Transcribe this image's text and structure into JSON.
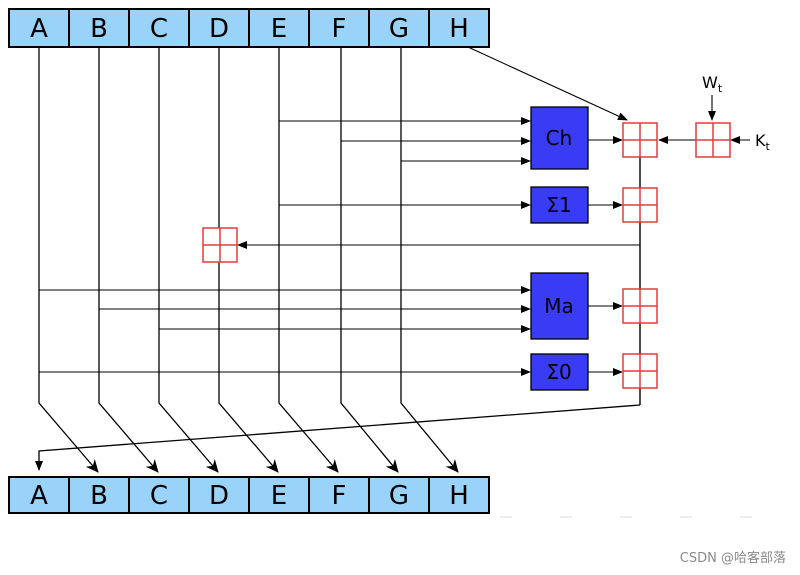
{
  "registers": {
    "top": [
      "A",
      "B",
      "C",
      "D",
      "E",
      "F",
      "G",
      "H"
    ],
    "bottom": [
      "A",
      "B",
      "C",
      "D",
      "E",
      "F",
      "G",
      "H"
    ]
  },
  "functions": {
    "ch": "Ch",
    "sigma1": "Σ1",
    "ma": "Ma",
    "sigma0": "Σ0"
  },
  "inputs": {
    "w_base": "W",
    "w_sub": "t",
    "k_base": "K",
    "k_sub": "t"
  },
  "watermark": "CSDN @哈客部落",
  "colors": {
    "register_fill": "#99d3fa",
    "function_fill": "#3a3cf5",
    "adder_stroke": "#e43b3b",
    "line": "#000000"
  }
}
